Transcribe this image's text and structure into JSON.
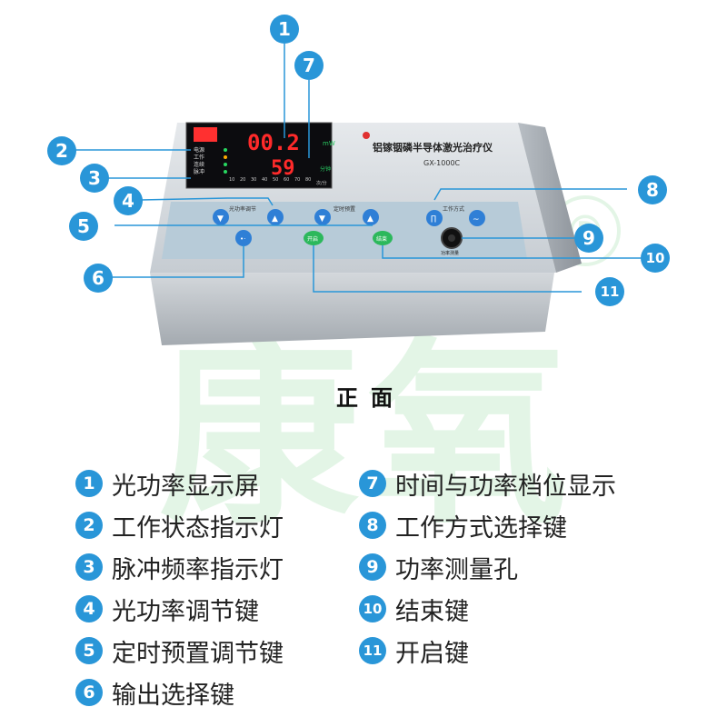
{
  "device": {
    "title": "铝镓铟磷半导体激光治疗仪",
    "model": "GX-1000C",
    "display_power": "00.2",
    "display_time": "59",
    "unit_mw": "mW",
    "unit_min": "分钟",
    "indicator_labels": [
      "电源",
      "工作",
      "连续",
      "脉冲"
    ],
    "freq_scale": [
      "10",
      "20",
      "30",
      "40",
      "50",
      "60",
      "70",
      "80"
    ],
    "freq_unit": "次/分",
    "group_power_label": "光功率调节",
    "group_timer_label": "定时预置",
    "group_mode_label": "工作方式",
    "btn_start": "开启",
    "btn_stop": "结束",
    "measure_label": "功率测量"
  },
  "watermark": {
    "text": "康氧",
    "reg": "®"
  },
  "caption": "正面",
  "legend": [
    {
      "num": "1",
      "text": "光功率显示屏"
    },
    {
      "num": "2",
      "text": "工作状态指示灯"
    },
    {
      "num": "3",
      "text": "脉冲频率指示灯"
    },
    {
      "num": "4",
      "text": "光功率调节键"
    },
    {
      "num": "5",
      "text": "定时预置调节键"
    },
    {
      "num": "6",
      "text": "输出选择键"
    },
    {
      "num": "7",
      "text": "时间与功率档位显示"
    },
    {
      "num": "8",
      "text": "工作方式选择键"
    },
    {
      "num": "9",
      "text": "功率测量孔"
    },
    {
      "num": "10",
      "text": "结束键"
    },
    {
      "num": "11",
      "text": "开启键"
    }
  ],
  "colors": {
    "accent": "#2996d8",
    "led": "#ff2a2a",
    "panel": "#b7cbd8"
  }
}
